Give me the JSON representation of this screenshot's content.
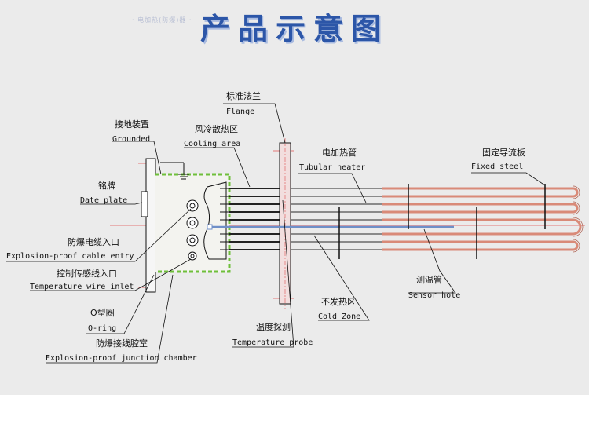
{
  "title": "产品示意图",
  "faint_subtitle": "·  电加热(防爆)器  ·",
  "colors": {
    "heater_tube": "#d98a78",
    "flange": "#f2dede",
    "chamber_border": "#6fbf3b",
    "leader": "#111111",
    "centerline": "#e05050",
    "sensor": "#6f8fc8",
    "title": "#2c56a8"
  },
  "labels": {
    "flange": {
      "cn": "标准法兰",
      "en": "Flange"
    },
    "grounded": {
      "cn": "接地装置",
      "en": "Grounded"
    },
    "cooling_area": {
      "cn": "风冷散热区",
      "en": "Cooling area"
    },
    "tubular_heater": {
      "cn": "电加热管",
      "en": "Tubular heater"
    },
    "fixed_steel": {
      "cn": "固定导流板",
      "en": "Fixed steel"
    },
    "date_plate": {
      "cn": "铭牌",
      "en": "Date plate"
    },
    "cable_entry": {
      "cn": "防爆电缆入口",
      "en": "Explosion-proof cable entry"
    },
    "wire_inlet": {
      "cn": "控制传感线入口",
      "en": "Temperature wire inlet"
    },
    "sensor_hole": {
      "cn": "测温管",
      "en": "Sensor hole"
    },
    "cold_zone": {
      "cn": "不发热区",
      "en": "Cold Zone"
    },
    "o_ring": {
      "cn": "O型圈",
      "en": "O-ring"
    },
    "temperature_probe": {
      "cn": "温度探测",
      "en": "Temperature probe"
    },
    "junction_chamber": {
      "cn": "防爆接线腔室",
      "en": "Explosion-proof junction chamber"
    }
  }
}
